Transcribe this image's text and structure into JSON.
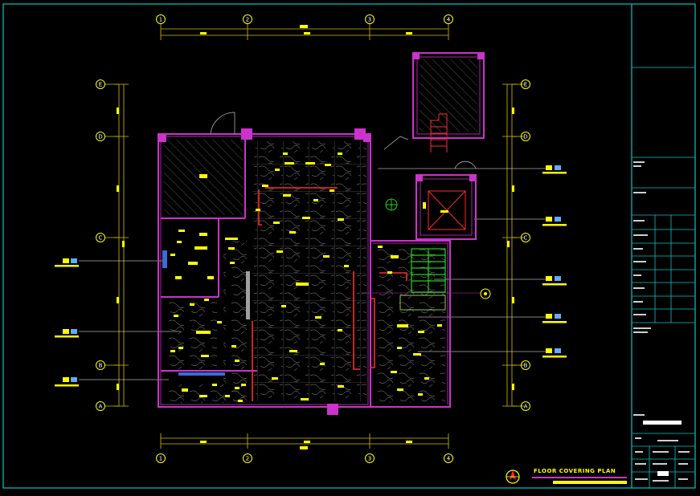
{
  "drawing": {
    "title": "FLOOR COVERING PLAN",
    "colors": {
      "background": "#000000",
      "frame": "#00c8c8",
      "wall": "#cc33cc",
      "dimension": "#d6c200",
      "tag": "#ffff00",
      "fixture": "#ff2a2a",
      "stair": "#22ff22",
      "grid_bubble": "#ffff00",
      "text": "#ffffff"
    }
  },
  "grid": {
    "columns": [
      "1",
      "2",
      "3",
      "4"
    ],
    "rows": [
      "A",
      "B",
      "C",
      "D",
      "E"
    ]
  },
  "icons": {
    "north": "north-arrow-icon",
    "bubble": "grid-bubble-icon"
  }
}
